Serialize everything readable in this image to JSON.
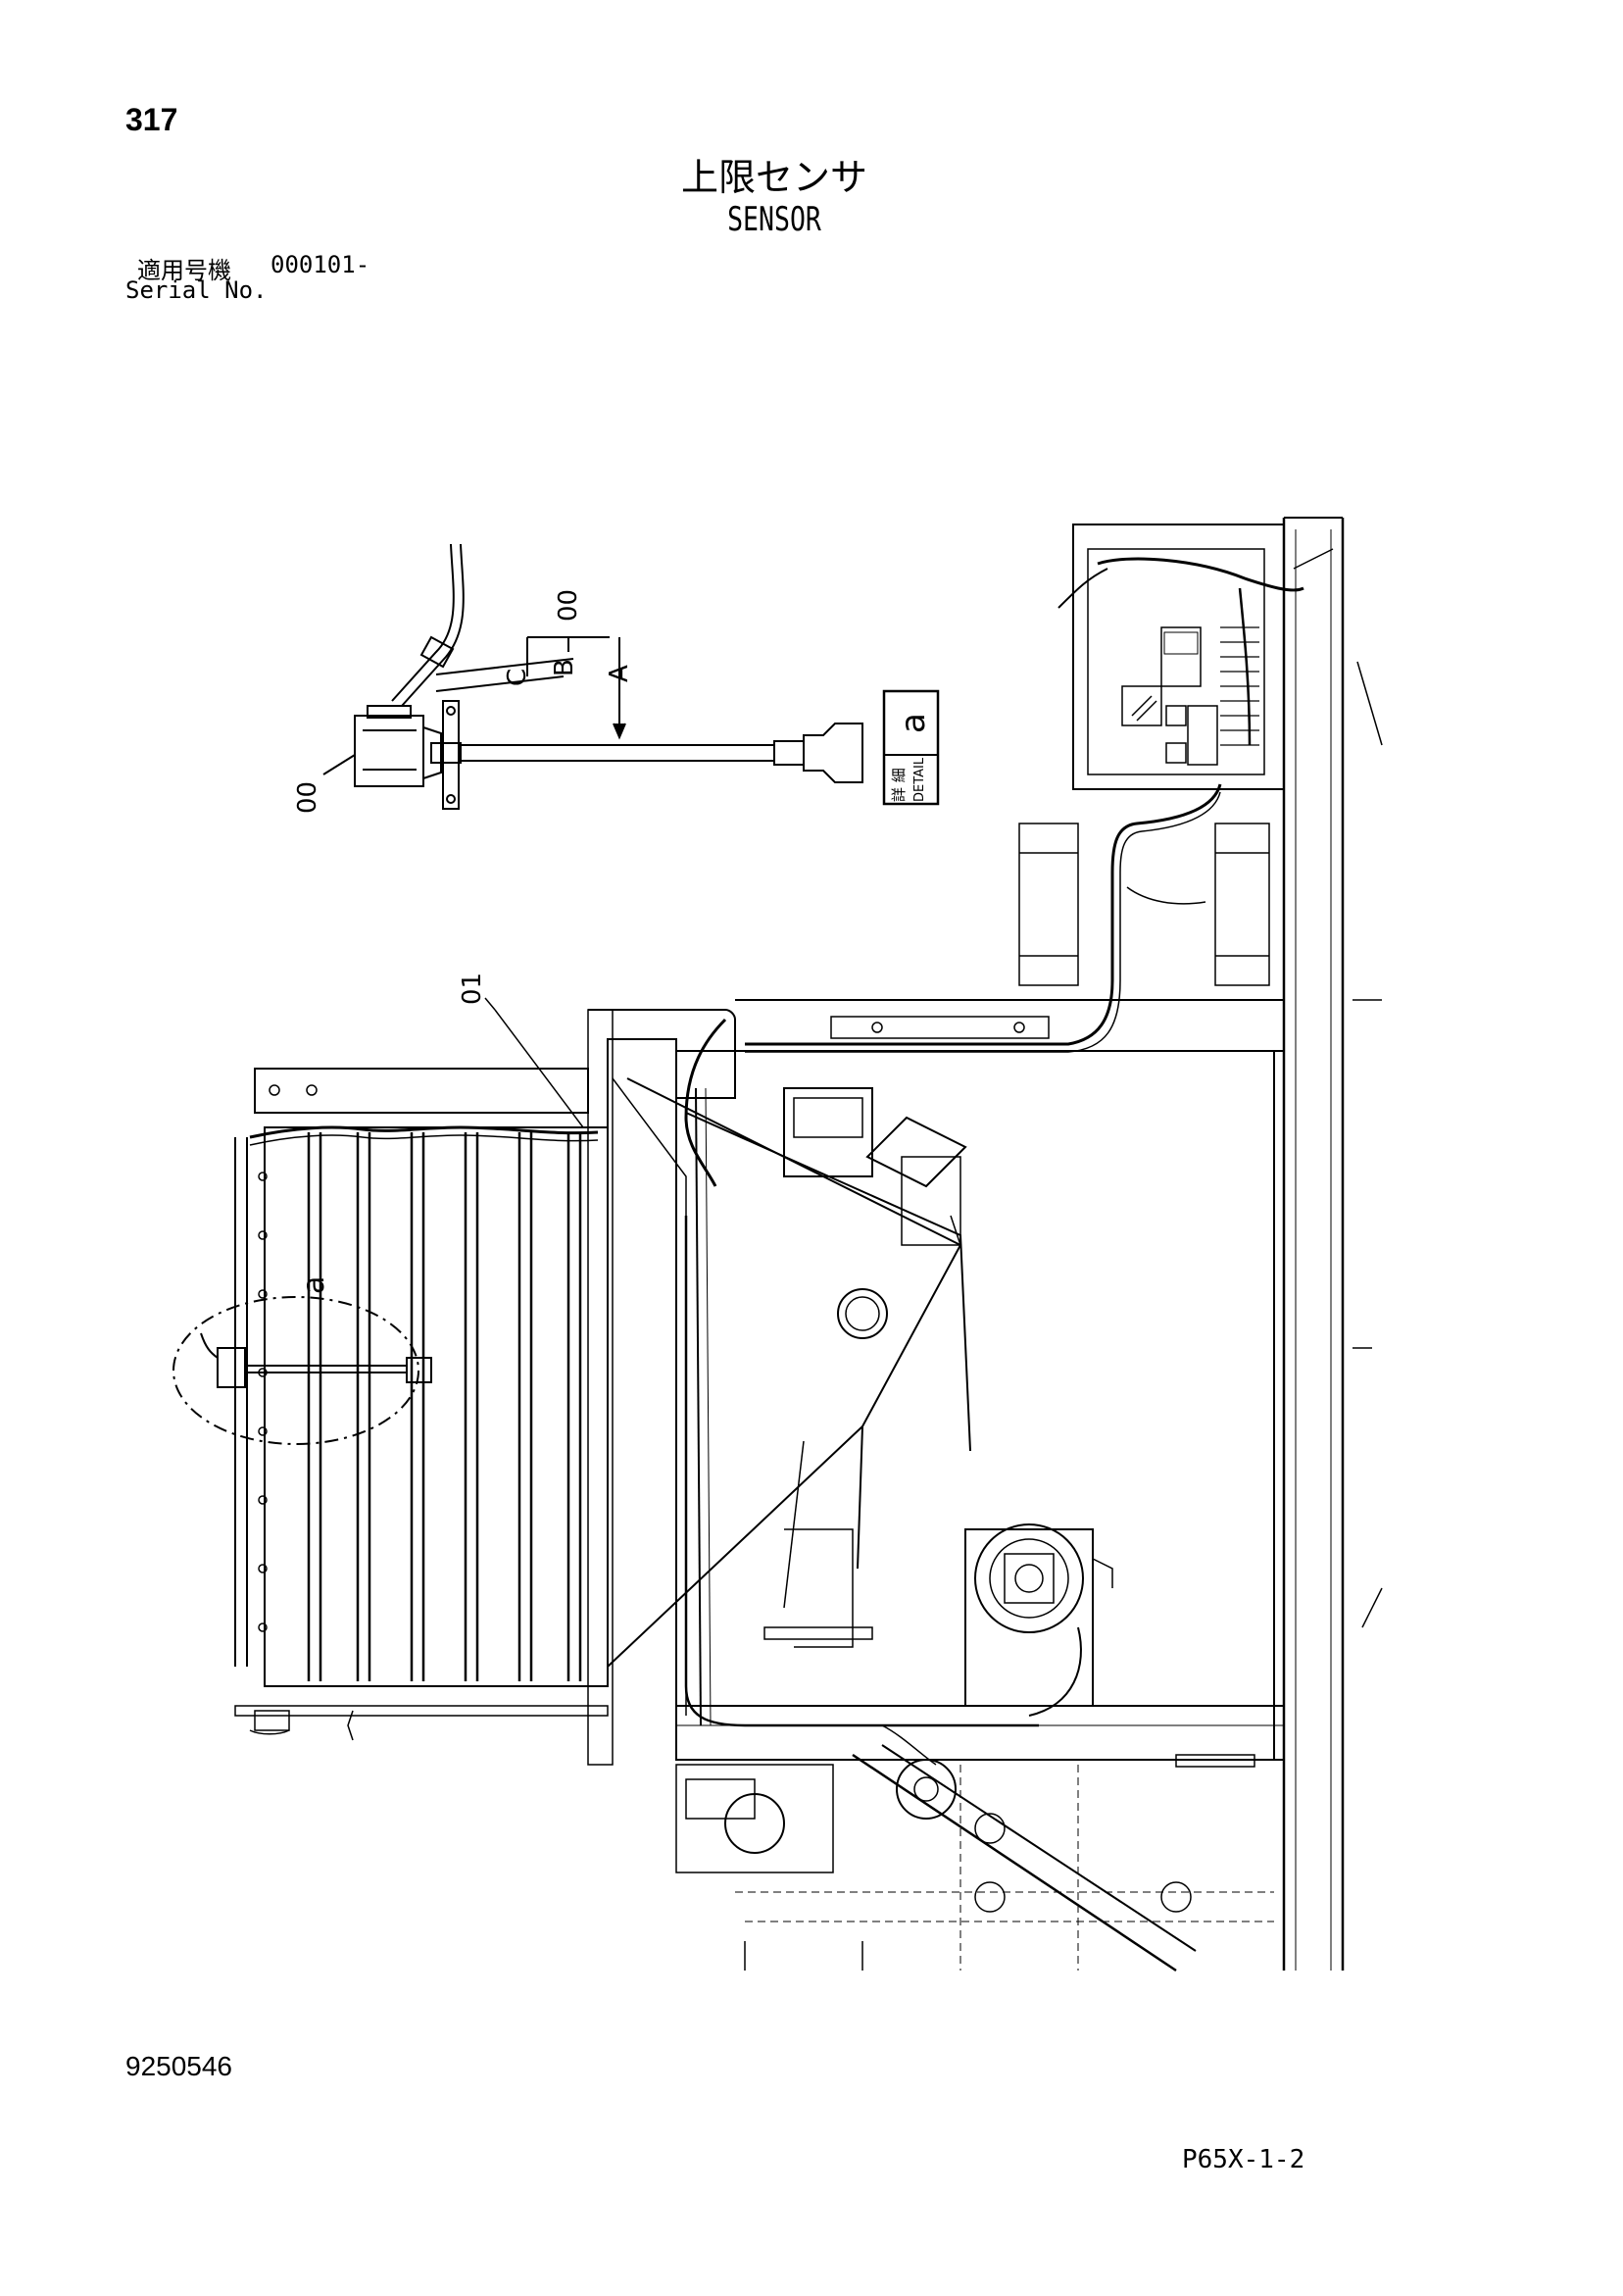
{
  "header": {
    "page_number": "317",
    "title_jp": "上限センサ",
    "title_en": "SENSOR"
  },
  "serial": {
    "label_jp": "適用号機",
    "label_en": "Serial No.",
    "value": "000101-"
  },
  "detail": {
    "tag_jp": "詳 細",
    "tag_en": "DETAIL",
    "letter": "a",
    "callouts": {
      "part_top": "00",
      "part_left": "00",
      "label_a": "A",
      "label_b": "B",
      "label_c": "C"
    }
  },
  "main_view": {
    "callout_01": "01",
    "detail_marker": "a"
  },
  "footer": {
    "doc_number": "9250546",
    "page_code": "P65X-1-2"
  }
}
